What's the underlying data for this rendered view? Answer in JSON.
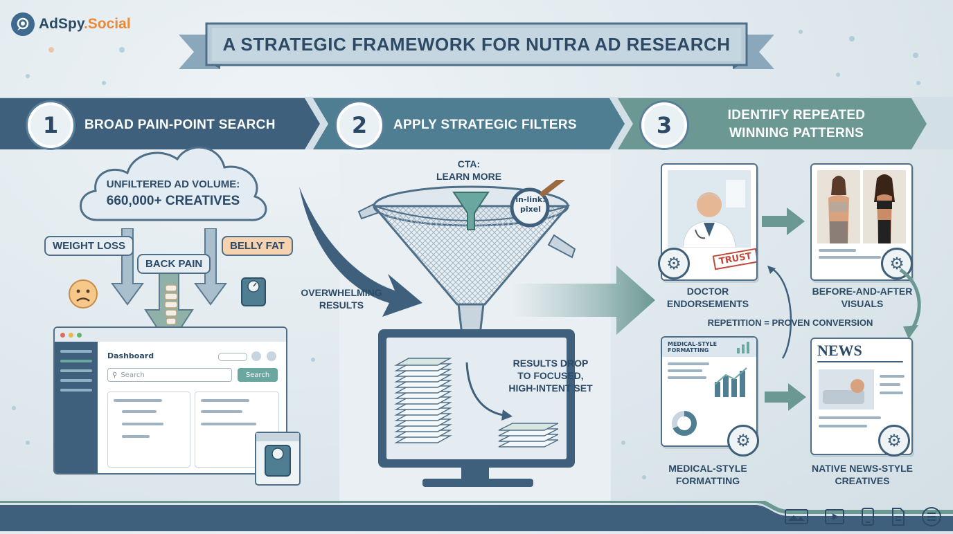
{
  "brand": {
    "name": "AdSpy",
    "suffix": ".Social",
    "accent_color": "#e98a3a"
  },
  "title": "A STRATEGIC FRAMEWORK FOR NUTRA AD RESEARCH",
  "steps": [
    {
      "number": "1",
      "label": "BROAD PAIN-POINT SEARCH"
    },
    {
      "number": "2",
      "label": "APPLY STRATEGIC FILTERS"
    },
    {
      "number": "3",
      "label_line1": "IDENTIFY REPEATED",
      "label_line2": "WINNING PATTERNS"
    }
  ],
  "step1": {
    "cloud_line1": "UNFILTERED AD VOLUME:",
    "cloud_line2": "660,000+ CREATIVES",
    "keywords": [
      "WEIGHT LOSS",
      "BACK PAIN",
      "BELLY FAT"
    ],
    "dashboard_title": "Dashboard",
    "search_placeholder": "Search",
    "search_button": "Search",
    "overwhelming_line1": "OVERWHELMING",
    "overwhelming_line2": "RESULTS"
  },
  "step2": {
    "cta_line1": "CTA:",
    "cta_line2": "LEARN MORE",
    "pixel_line1": "in-link:",
    "pixel_line2": "pixel",
    "result_line1": "RESULTS DROP",
    "result_line2": "TO FOCUSED,",
    "result_line3": "HIGH-INTENT SET"
  },
  "step3": {
    "trust_stamp": "TRUST",
    "doctor_line1": "DOCTOR",
    "doctor_line2": "ENDORSEMENTS",
    "before_line1": "BEFORE-AND-AFTER",
    "before_line2": "VISUALS",
    "repetition": "REPETITION = PROVEN CONVERSION",
    "medical_header": "MEDICAL-STYLE FORMATTING",
    "medical_line1": "MEDICAL-STYLE",
    "medical_line2": "FORMATTING",
    "news_header": "NEWS",
    "native_line1": "NATIVE NEWS-STYLE",
    "native_line2": "CREATIVES"
  },
  "colors": {
    "step1": "#3f607d",
    "step2": "#4f7e92",
    "step3": "#6c9894",
    "ribbon": "#a9c0cf"
  }
}
